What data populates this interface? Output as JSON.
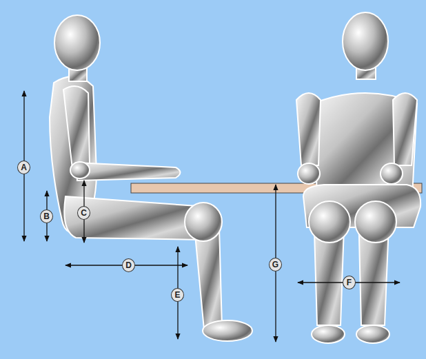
{
  "diagram": {
    "labels": [
      "A",
      "B",
      "C",
      "D",
      "E",
      "G",
      "F"
    ]
  }
}
